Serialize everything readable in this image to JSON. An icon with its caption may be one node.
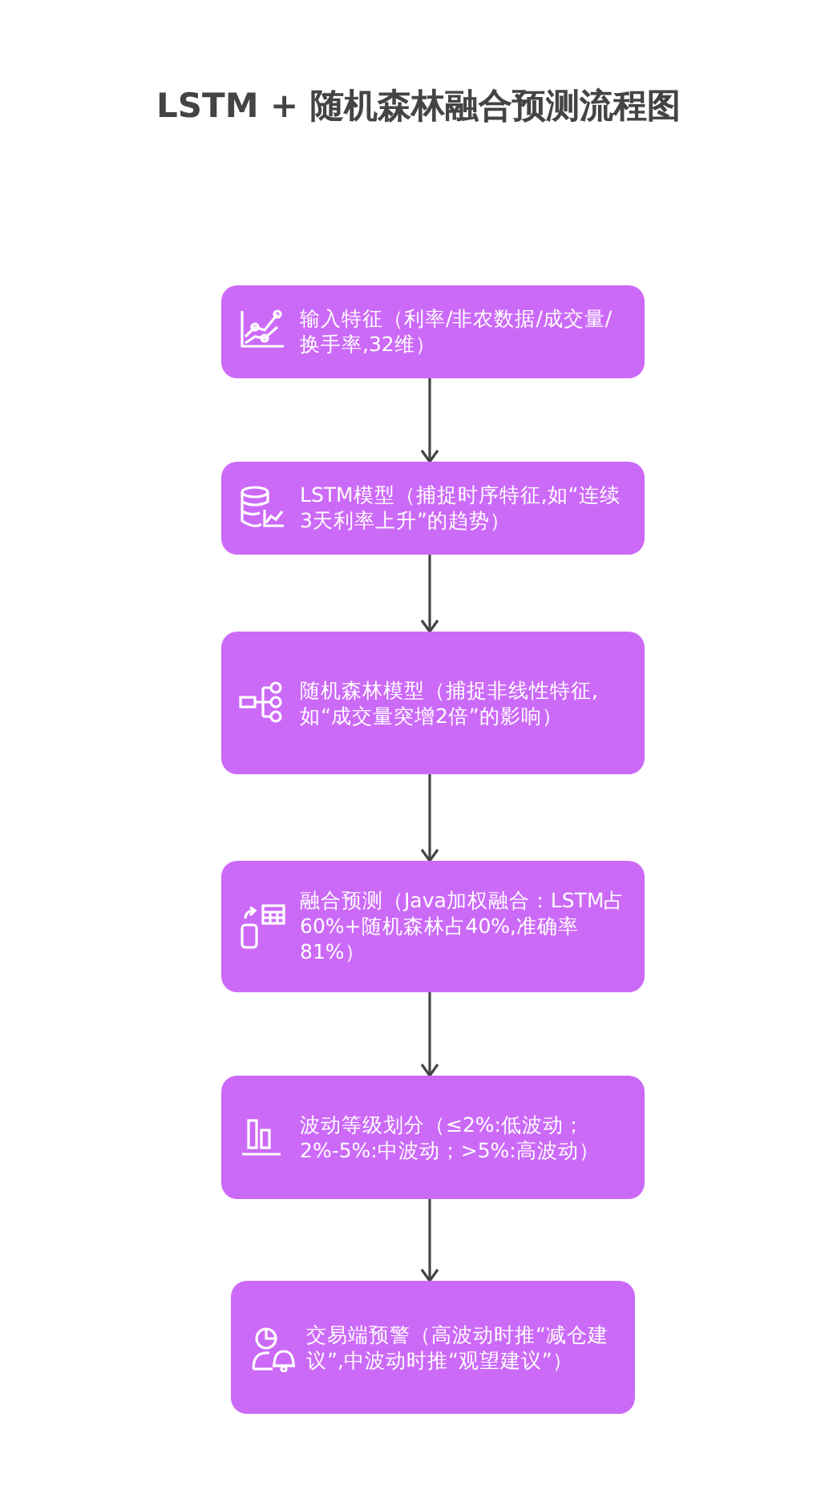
{
  "diagram": {
    "title": "LSTM + 随机森林融合预测流程图",
    "nodes": [
      {
        "text": [
          "输入特征（利率/非农数据/成交量/换手率,32维）"
        ]
      },
      {
        "text": [
          "LSTM模型（捕捉时序特征,如“连续3天利率上升”的趋势）"
        ]
      },
      {
        "text": [
          "随机森林模型（捕捉非线性特征,如“成交量突增2倍”的影响）"
        ]
      },
      {
        "text": [
          "融合预测（Java加权融合：LSTM占60%+随机森林占40%,准确率81%）"
        ]
      },
      {
        "text": [
          "波动等级划分（≤2%:低波动；2%-5%:中波动；>5%:高波动）"
        ]
      },
      {
        "text": [
          "交易端预警（高波动时推“减仓建议”,中波动时推“观望建议”）"
        ]
      }
    ],
    "edges": [
      {
        "from": 0,
        "to": 1,
        "arrow": "to"
      },
      {
        "from": 1,
        "to": 2,
        "arrow": "to"
      },
      {
        "from": 2,
        "to": 3,
        "arrow": "to"
      },
      {
        "from": 3,
        "to": 4,
        "arrow": "to"
      },
      {
        "from": 4,
        "to": 5,
        "arrow": "to"
      }
    ]
  }
}
